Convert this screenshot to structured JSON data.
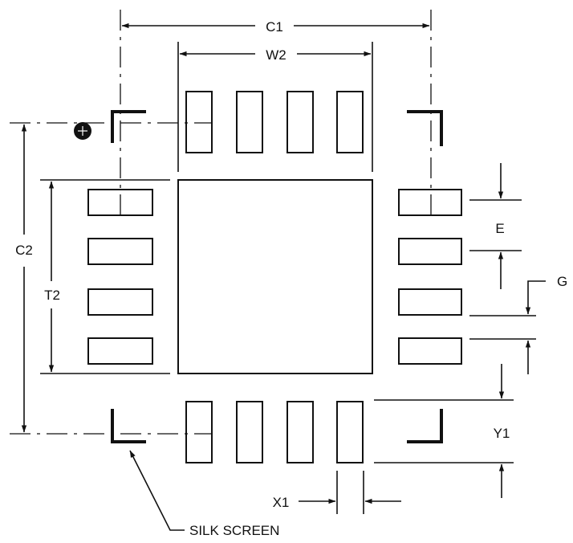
{
  "labels": {
    "c1": "C1",
    "w2": "W2",
    "c2": "C2",
    "t2": "T2",
    "e": "E",
    "g": "G",
    "y1": "Y1",
    "x1": "X1",
    "silk_screen": "SILK SCREEN"
  }
}
